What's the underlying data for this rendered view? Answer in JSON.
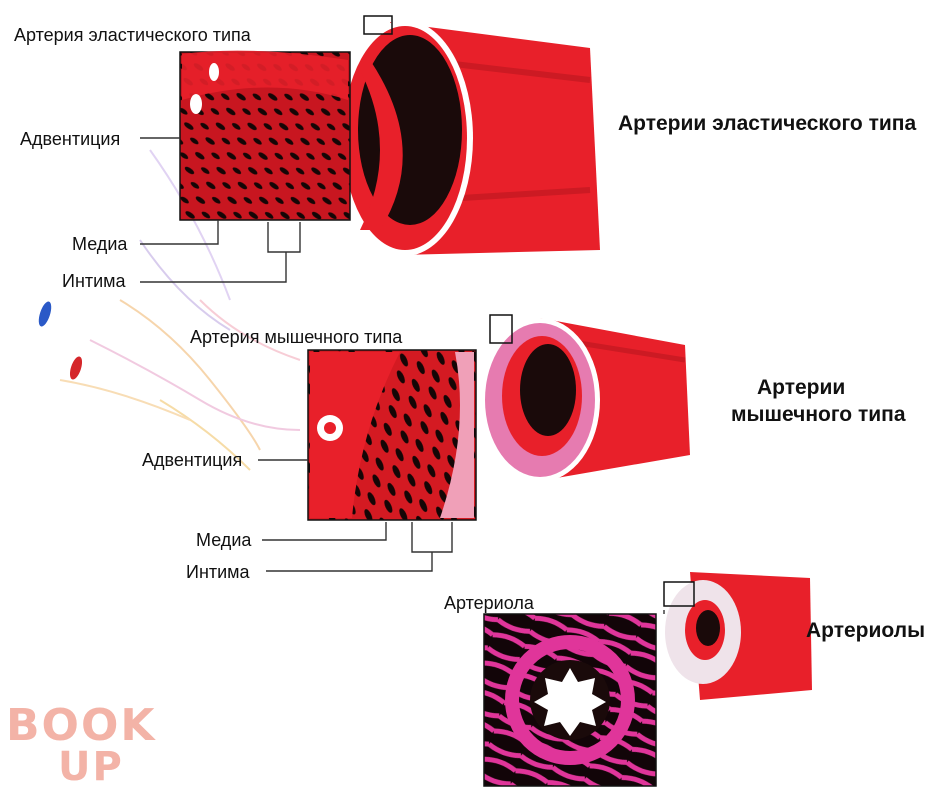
{
  "diagram": {
    "sections": [
      {
        "title": "Артерия эластического типа",
        "side_label": "Артерии эластического типа",
        "layers": [
          "Адвентиция",
          "Медиа",
          "Интима"
        ]
      },
      {
        "title": "Артерия мышечного типа",
        "side_label_line1": "Артерии",
        "side_label_line2": "мышечного типа",
        "layers": [
          "Адвентиция",
          "Медиа",
          "Интима"
        ]
      },
      {
        "title": "Артериола",
        "side_label": "Артериолы"
      }
    ]
  },
  "watermark": {
    "line1": "BOOK",
    "line2": "UP"
  },
  "colors": {
    "vessel_red": "#e8202a",
    "vessel_dark": "#b0141c",
    "lumen_dark": "#1a0a0a",
    "arteriole_pink": "#e0359a",
    "muscular_ring": "#e67bb0",
    "watermark": "#f3b3a7"
  }
}
